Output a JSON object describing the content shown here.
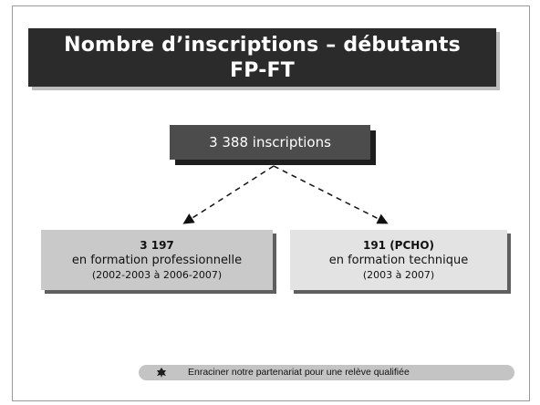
{
  "title": {
    "line1": "Nombre d’inscriptions – débutants",
    "line2": "FP-FT"
  },
  "total": {
    "label": "3 388 inscriptions"
  },
  "branches": [
    {
      "count": "3 197",
      "description": "en formation professionnelle",
      "period": "(2002-2003 à 2006-2007)"
    },
    {
      "count": "191 (PCHO)",
      "description": "en formation technique",
      "period": "(2003 à 2007)"
    }
  ],
  "footer": {
    "text": "Enraciner notre partenariat pour une relève qualifiée",
    "icon": "leaf-icon"
  },
  "colors": {
    "title_bg": "#2b2b2b",
    "total_bg": "#4c4c4c",
    "branch_left_bg": "#c9c9c9",
    "branch_right_bg": "#e3e3e3",
    "footer_bg": "#c4c4c4"
  }
}
